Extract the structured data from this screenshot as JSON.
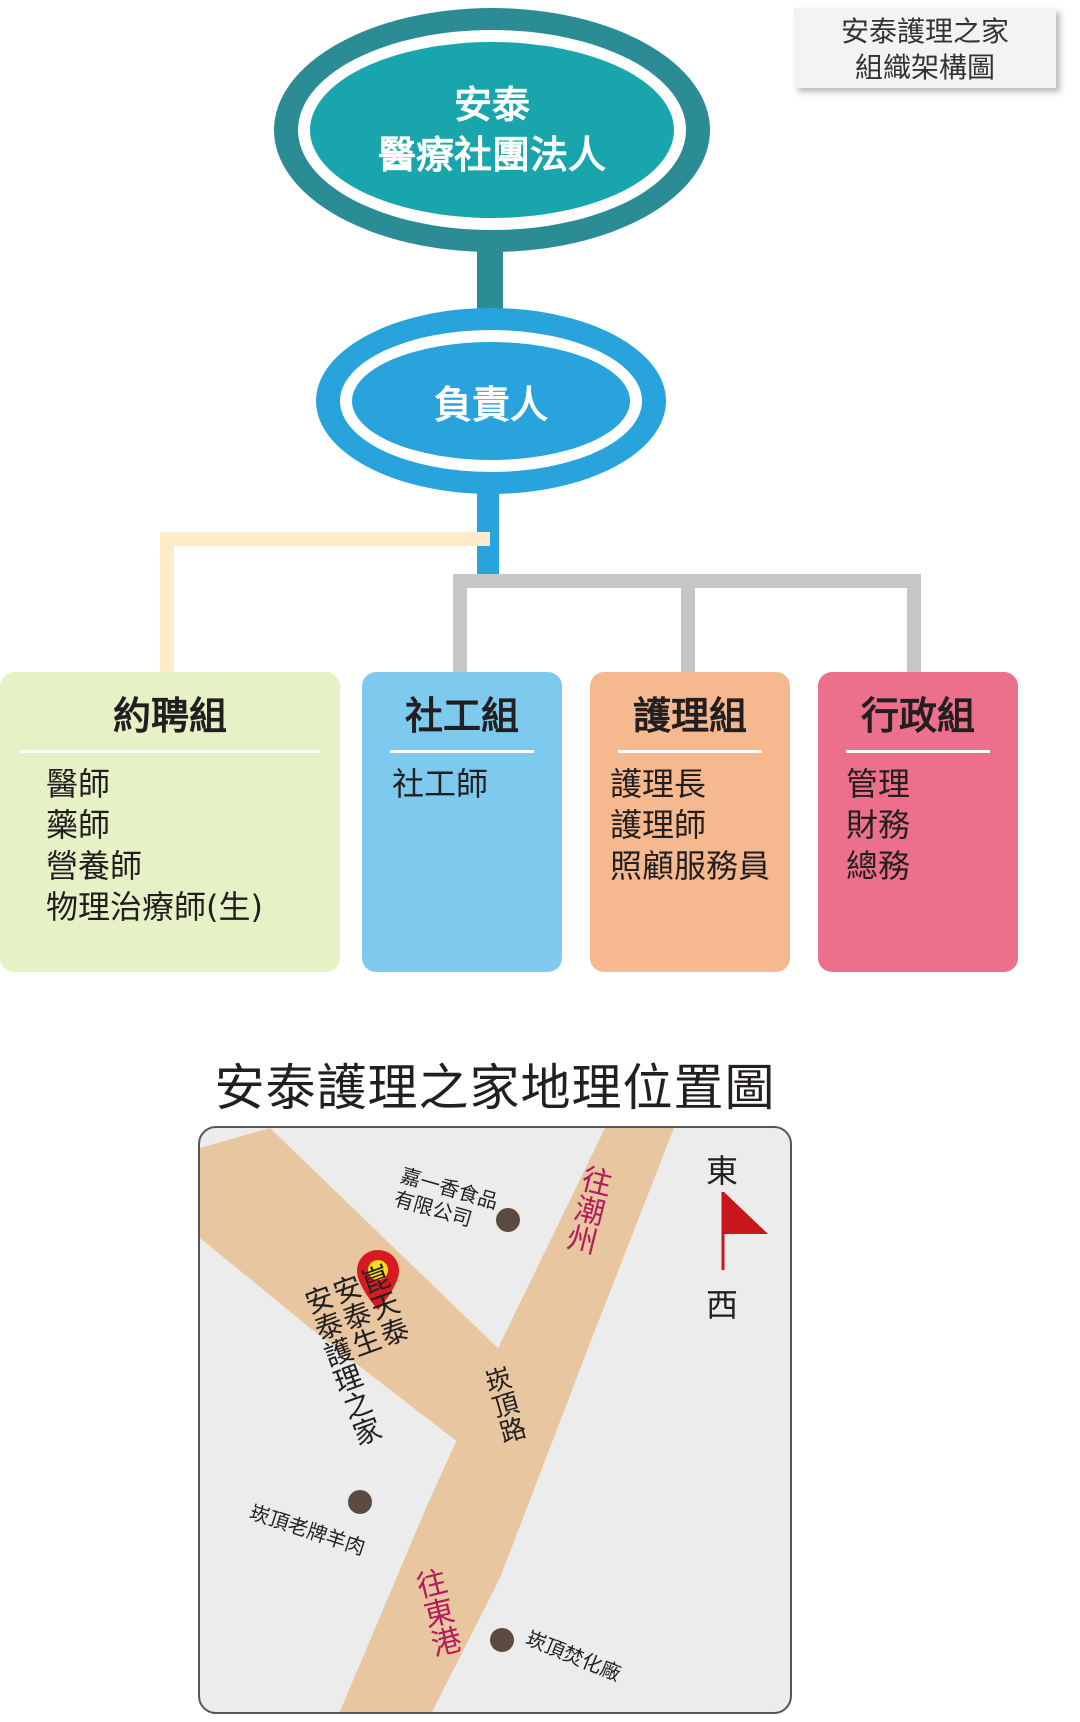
{
  "corner_card": {
    "line1": "安泰護理之家",
    "line2": "組織架構圖"
  },
  "org": {
    "top_node": {
      "line1": "安泰",
      "line2": "醫療社團法人"
    },
    "manager_node": "負責人",
    "departments": [
      {
        "title": "約聘組",
        "items": [
          "醫師",
          "藥師",
          "營養師",
          "物理治療師(生)"
        ],
        "color": "#e7f1c6"
      },
      {
        "title": "社工組",
        "items": [
          "社工師"
        ],
        "color": "#7ecaef"
      },
      {
        "title": "護理組",
        "items": [
          "護理長",
          "護理師",
          "照顧服務員"
        ],
        "color": "#f6b98f"
      },
      {
        "title": "行政組",
        "items": [
          "管理",
          "財務",
          "總務"
        ],
        "color": "#ec6f8c"
      }
    ]
  },
  "map": {
    "title": "安泰護理之家地理位置圖",
    "compass": {
      "east": "東",
      "west": "西"
    },
    "roads": {
      "to_chaozhou": "往潮州",
      "to_donggang": "往東港",
      "road_name": "崁頂路"
    },
    "places": {
      "food_company": {
        "line1": "嘉一香食品",
        "line2": "有限公司"
      },
      "facility": {
        "line1": "崑天泰",
        "line2": "安泰生",
        "line3": "安泰護理之家"
      },
      "mutton": "崁頂老牌羊肉",
      "incinerator": "崁頂焚化廠"
    }
  }
}
